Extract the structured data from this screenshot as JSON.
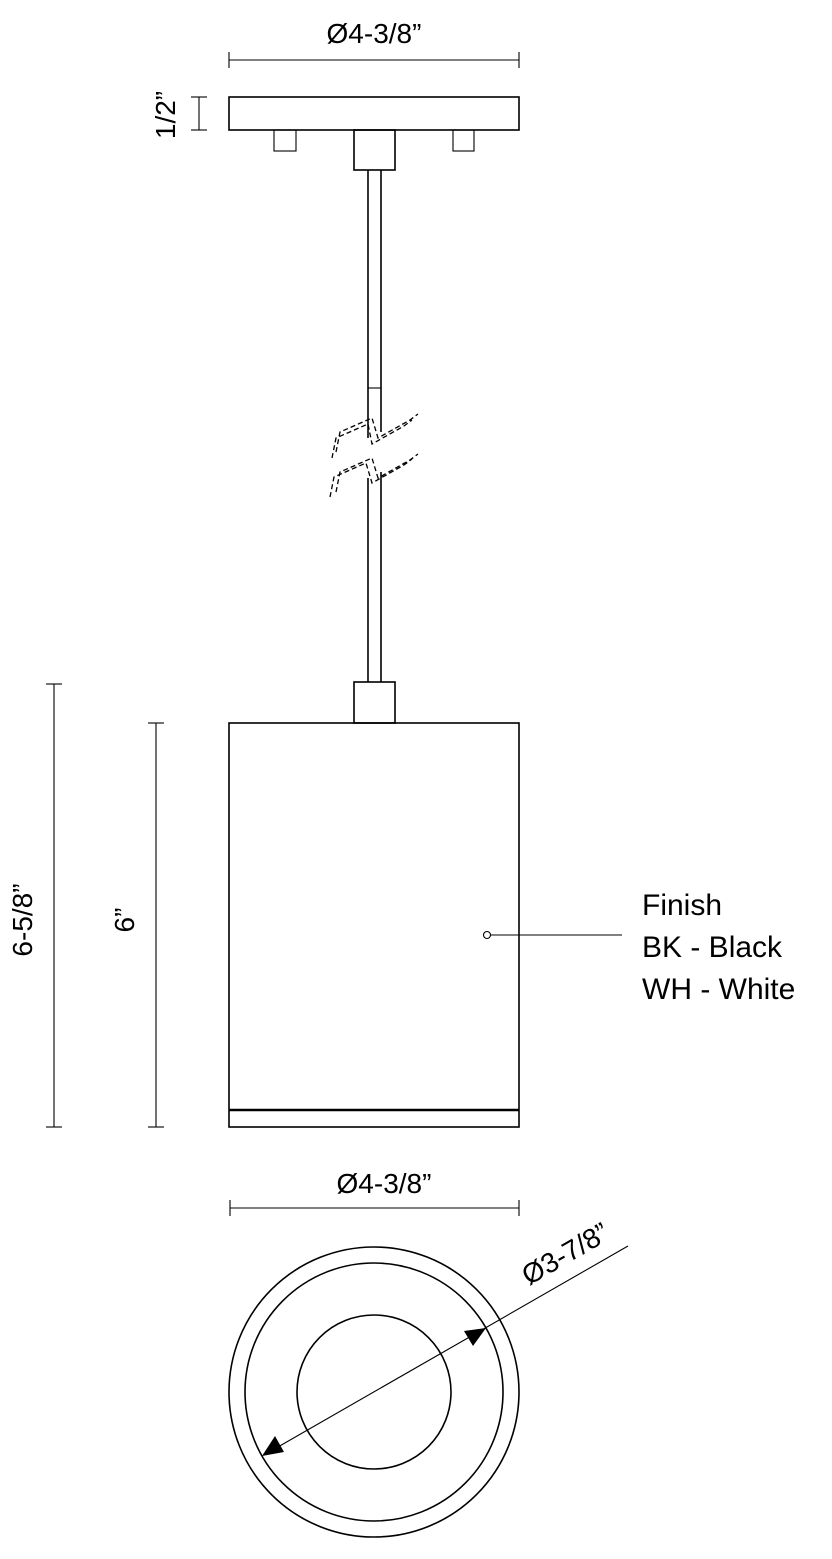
{
  "dimensions": {
    "canopy_diameter": "Ø4-3/8”",
    "canopy_height": "1/2”",
    "overall_height": "6-5/8”",
    "shade_height": "6”",
    "shade_diameter": "Ø4-3/8”",
    "aperture_diameter": "Ø3-7/8”"
  },
  "finish": {
    "title": "Finish",
    "options": [
      "BK - Black",
      "WH - White"
    ]
  }
}
